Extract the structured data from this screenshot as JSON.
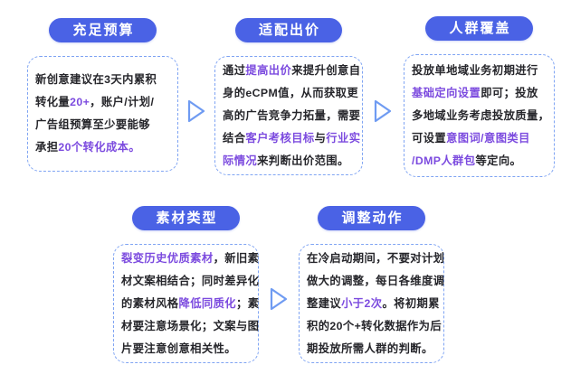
{
  "colors": {
    "background": "#FFFFFF",
    "pill_bg": "#4A62E5",
    "pill_text": "#FFFFFF",
    "border": "#7FA4F3",
    "text": "#26262B",
    "highlight": "#7C4BDF",
    "arrow": "#6F9BF2"
  },
  "cards": [
    {
      "title": "充足预算",
      "lines": [
        [
          {
            "t": "新创意建议在3天内累积"
          }
        ],
        [
          {
            "t": "转化量"
          },
          {
            "t": "20+",
            "h": true
          },
          {
            "t": "，账户/计划/"
          }
        ],
        [
          {
            "t": "广告组预算至少要能够"
          }
        ],
        [
          {
            "t": "承担"
          },
          {
            "t": "20个转化成本。",
            "h": true
          }
        ]
      ]
    },
    {
      "title": "适配出价",
      "lines": [
        [
          {
            "t": "通过"
          },
          {
            "t": "提高出价",
            "h": true
          },
          {
            "t": "来提升创意自"
          }
        ],
        [
          {
            "t": "身的eCPM值，从而获取更"
          }
        ],
        [
          {
            "t": "高的广告竞争力拓量，需要"
          }
        ],
        [
          {
            "t": "结合"
          },
          {
            "t": "客户考核目标",
            "h": true
          },
          {
            "t": "与"
          },
          {
            "t": "行业实",
            "h": true
          }
        ],
        [
          {
            "t": "际情况",
            "h": true
          },
          {
            "t": "来判断出价范围。"
          }
        ]
      ]
    },
    {
      "title": "人群覆盖",
      "lines": [
        [
          {
            "t": "投放单地域业务初期进行"
          }
        ],
        [
          {
            "t": "基础定向设置",
            "h": true
          },
          {
            "t": "即可；投放"
          }
        ],
        [
          {
            "t": "多地域业务考虑投放质量，"
          }
        ],
        [
          {
            "t": "可设置"
          },
          {
            "t": "意图词/意图类目",
            "h": true
          }
        ],
        [
          {
            "t": "/DMP人群包",
            "h": true
          },
          {
            "t": "等定向。"
          }
        ]
      ]
    },
    {
      "title": "素材类型",
      "lines": [
        [
          {
            "t": "裂变历史优质素材",
            "h": true
          },
          {
            "t": "，新旧素"
          }
        ],
        [
          {
            "t": "材文案相结合；同时差异化"
          }
        ],
        [
          {
            "t": "的素材风格"
          },
          {
            "t": "降低同质化",
            "h": true
          },
          {
            "t": "；素"
          }
        ],
        [
          {
            "t": "材要注意场景化；文案与图"
          }
        ],
        [
          {
            "t": "片要注意创意相关性。"
          }
        ]
      ]
    },
    {
      "title": "调整动作",
      "lines": [
        [
          {
            "t": "在冷启动期间，不要对计划"
          }
        ],
        [
          {
            "t": "做大的调整，每日各维度调"
          }
        ],
        [
          {
            "t": "整建议"
          },
          {
            "t": "小于2次",
            "h": true
          },
          {
            "t": "。将初期累"
          }
        ],
        [
          {
            "t": "积的20个+转化数据作为后"
          }
        ],
        [
          {
            "t": "期投放所需人群的判断。"
          }
        ]
      ]
    }
  ],
  "arrows": [
    {
      "name": "arrow-budget-to-bid"
    },
    {
      "name": "arrow-bid-to-audience"
    },
    {
      "name": "arrow-material-to-adjust"
    }
  ]
}
